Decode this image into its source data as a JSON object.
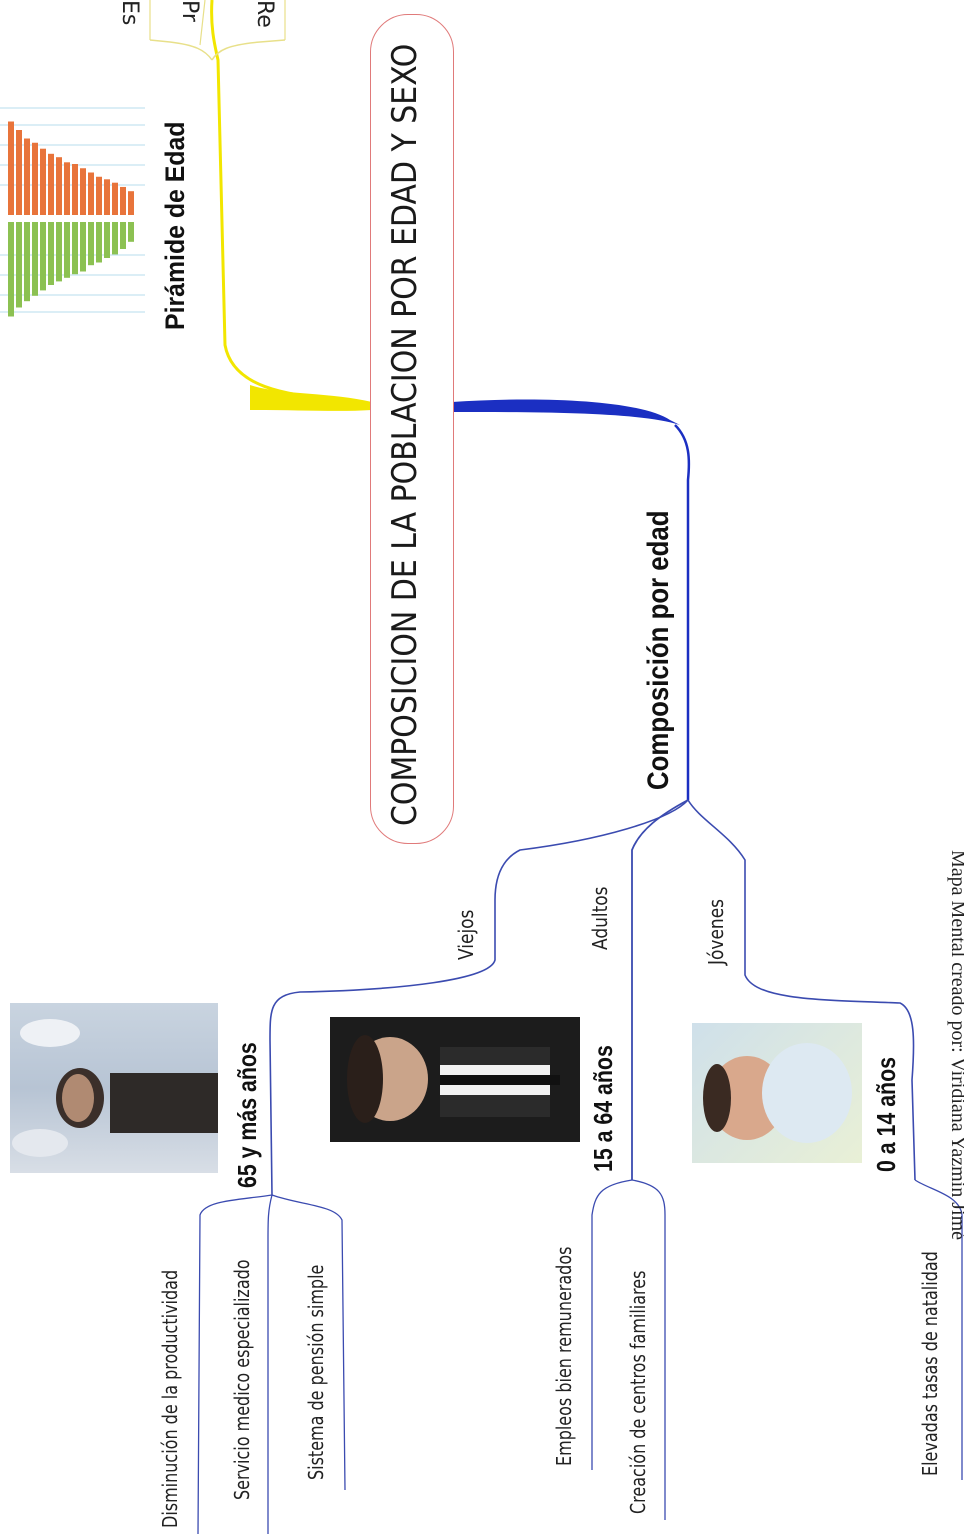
{
  "central_topic": "COMPOSICION DE LA POBLACION POR EDAD Y SEXO",
  "top_branch": {
    "title": "Pirámide de Edad",
    "cut_labels": [
      "Es",
      "Pr",
      "Re"
    ]
  },
  "age_branch": {
    "title": "Composición por edad",
    "groups": [
      {
        "label": "Viejos",
        "range": "65 y más años",
        "items": [
          "Disminución de la productividad",
          "Servicio medico especializado",
          "Sistema de pensión simple"
        ]
      },
      {
        "label": "Adultos",
        "range": "15 a 64 años",
        "items": [
          "Empleos bien remunerados",
          "Creación de centros familiares"
        ]
      },
      {
        "label": "Jóvenes",
        "range": "0 a 14 años",
        "items": [
          "Elevadas tasas de natalidad"
        ]
      }
    ]
  },
  "credit": "Mapa Mental creado por: Viridiana Yazmin Jimé",
  "colors": {
    "yellow_branch": "#f2e600",
    "blue_branch": "#1b2fc2",
    "thin_line": "#3b4bb0",
    "central_border": "#e07a7a",
    "pyramid_left": "#8cc152",
    "pyramid_right": "#e8743b"
  }
}
